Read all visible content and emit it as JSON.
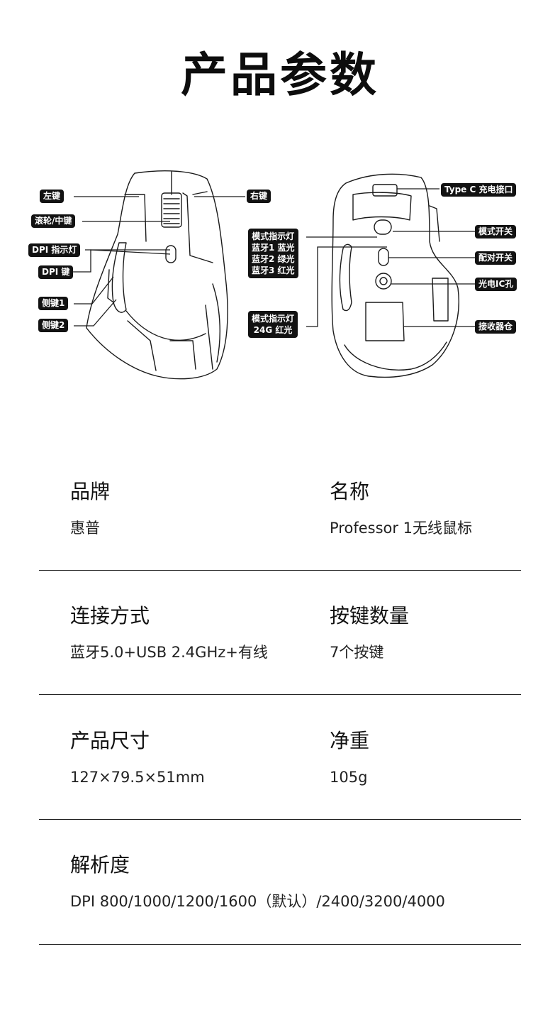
{
  "title": "产品参数",
  "diagram": {
    "top_view": {
      "left_button": "左键",
      "scroll_wheel": "滚轮/中键",
      "dpi_indicator": "DPI 指示灯",
      "dpi_button": "DPI 键",
      "side_button_1": "侧键1",
      "side_button_2": "侧键2",
      "right_button": "右键"
    },
    "bottom_view": {
      "mode_indicator_bt": [
        "模式指示灯",
        "蓝牙1 蓝光",
        "蓝牙2 绿光",
        "蓝牙3 红光"
      ],
      "mode_indicator_24g": [
        "模式指示灯",
        "24G 红光"
      ],
      "type_c_port": "Type C 充电接口",
      "mode_switch": "模式开关",
      "pair_switch": "配对开关",
      "optical_sensor": "光电IC孔",
      "receiver_slot": "接收器仓"
    }
  },
  "specs": [
    {
      "left": {
        "label": "品牌",
        "value": "惠普"
      },
      "right": {
        "label": "名称",
        "value": "Professor 1无线鼠标"
      }
    },
    {
      "left": {
        "label": "连接方式",
        "value": "蓝牙5.0+USB 2.4GHz+有线"
      },
      "right": {
        "label": "按键数量",
        "value": "7个按键"
      }
    },
    {
      "left": {
        "label": "产品尺寸",
        "value": "127×79.5×51mm"
      },
      "right": {
        "label": "净重",
        "value": "105g"
      }
    },
    {
      "left": {
        "label": "解析度",
        "value": "DPI 800/1000/1200/1600（默认）/2400/3200/4000"
      }
    }
  ]
}
